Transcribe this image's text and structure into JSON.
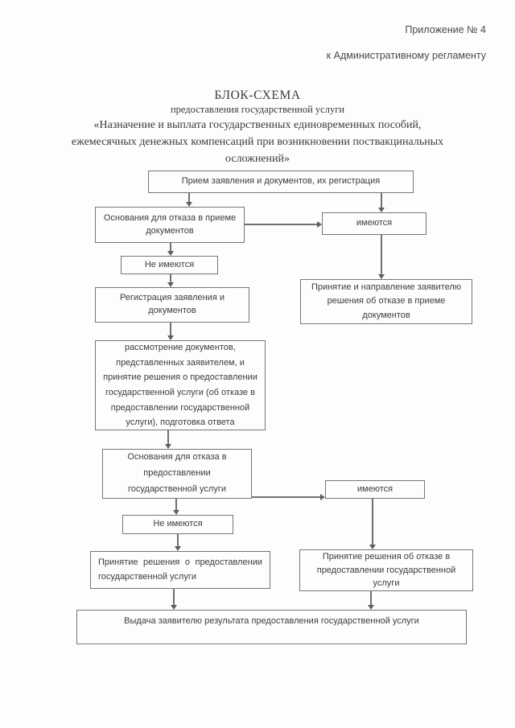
{
  "header": {
    "appendix": "Приложение № 4",
    "regulation": "к Административному регламенту"
  },
  "title": {
    "line1": "БЛОК-СХЕМА",
    "line2": "предоставления государственной услуги",
    "line3": "«Назначение и выплата государственных единовременных пособий,",
    "line4": "ежемесячных денежных компенсаций при возникновении поствакцинальных",
    "line5": "осложнений»"
  },
  "flowchart": {
    "nodes": {
      "receive": {
        "label": "Прием заявления и документов, их регистрация"
      },
      "refuse_accept_grounds": {
        "label": "Основания для отказа в приеме документов"
      },
      "accept_present": {
        "label": "имеются"
      },
      "accept_absent": {
        "label": "Не имеются"
      },
      "registration": {
        "label": "Регистрация заявления и документов"
      },
      "refuse_accept_decision": {
        "label": "Принятие и направление заявителю решения об отказе в приеме документов"
      },
      "review": {
        "label": "рассмотрение документов, представленных заявителем, и принятие решения о предоставлении государственной услуги (об отказе в предоставлении государственной услуги), подготовка ответа"
      },
      "refuse_service_grounds": {
        "label": "Основания для отказа в предоставлении государственной услуги"
      },
      "service_present": {
        "label": "имеются"
      },
      "service_absent": {
        "label": "Не имеются"
      },
      "grant_decision": {
        "label": "Принятие решения о предоставлении государственной услуги"
      },
      "refuse_service_decision": {
        "label": "Принятие решения об отказе в предоставлении государственной услуги"
      },
      "issue_result": {
        "label": "Выдача заявителю результата предоставления государственной услуги"
      }
    },
    "edges": [
      {
        "from": "receive",
        "to": "refuse_accept_grounds"
      },
      {
        "from": "receive",
        "to": "accept_present"
      },
      {
        "from": "refuse_accept_grounds",
        "to": "accept_present"
      },
      {
        "from": "refuse_accept_grounds",
        "to": "accept_absent"
      },
      {
        "from": "accept_present",
        "to": "refuse_accept_decision"
      },
      {
        "from": "accept_absent",
        "to": "registration"
      },
      {
        "from": "registration",
        "to": "review"
      },
      {
        "from": "review",
        "to": "refuse_service_grounds"
      },
      {
        "from": "refuse_service_grounds",
        "to": "service_present"
      },
      {
        "from": "refuse_service_grounds",
        "to": "service_absent"
      },
      {
        "from": "service_present",
        "to": "refuse_service_decision"
      },
      {
        "from": "service_absent",
        "to": "grant_decision"
      },
      {
        "from": "grant_decision",
        "to": "issue_result"
      },
      {
        "from": "refuse_service_decision",
        "to": "issue_result"
      }
    ]
  },
  "colors": {
    "ink": "#3e3e3e",
    "line": "#6f6f6f",
    "paper": "#fdfdfc"
  }
}
